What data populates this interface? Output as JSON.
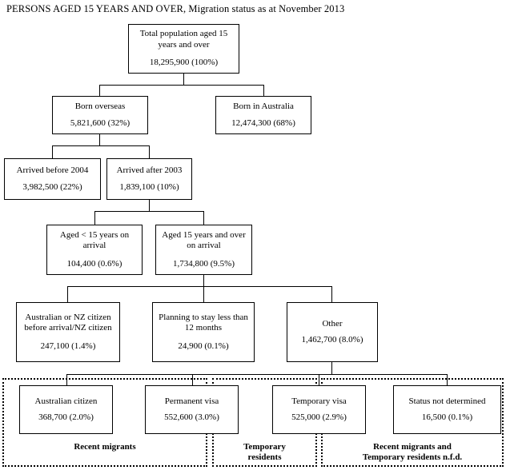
{
  "chart_title": "PERSONS AGED 15 YEARS AND OVER, Migration status as at November 2013",
  "nodes": {
    "total": {
      "label": "Total population aged 15\nyears and over",
      "value": "18,295,900 (100%)"
    },
    "born_overseas": {
      "label": "Born overseas",
      "value": "5,821,600 (32%)"
    },
    "born_australia": {
      "label": "Born in Australia",
      "value": "12,474,300 (68%)"
    },
    "arrived_before": {
      "label": "Arrived before 2004",
      "value": "3,982,500 (22%)"
    },
    "arrived_after": {
      "label": "Arrived after 2003",
      "value": "1,839,100 (10%)"
    },
    "aged_under15": {
      "label": "Aged < 15 years on\narrival",
      "value": "104,400 (0.6%)"
    },
    "aged_over15": {
      "label": "Aged 15 years and over\non arrival",
      "value": "1,734,800 (9.5%)"
    },
    "citizen_before": {
      "label": "Australian or NZ citizen\nbefore arrival/NZ citizen",
      "value": "247,100 (1.4%)"
    },
    "short_stay": {
      "label": "Planning to stay less than\n12 months",
      "value": "24,900 (0.1%)"
    },
    "other": {
      "label": "Other",
      "value": "1,462,700 (8.0%)"
    },
    "aus_citizen": {
      "label": "Australian citizen",
      "value": "368,700 (2.0%)"
    },
    "permanent_visa": {
      "label": "Permanent visa",
      "value": "552,600 (3.0%)"
    },
    "temporary_visa": {
      "label": "Temporary visa",
      "value": "525,000 (2.9%)"
    },
    "status_undetermined": {
      "label": "Status not determined",
      "value": "16,500 (0.1%)"
    }
  },
  "groups": {
    "recent_migrants": {
      "label": "Recent migrants"
    },
    "temporary_residents": {
      "label": "Temporary\nresidents"
    },
    "nfd": {
      "label": "Recent migrants and\nTemporary residents n.f.d."
    }
  },
  "chart_data": {
    "type": "diagram",
    "title": "PERSONS AGED 15 YEARS AND OVER, Migration status as at November 2013",
    "units": "persons",
    "levels": [
      {
        "level": 1,
        "items": [
          {
            "name": "Total population aged 15 years and over",
            "count": 18295900,
            "percent": 100
          }
        ]
      },
      {
        "level": 2,
        "items": [
          {
            "name": "Born overseas",
            "count": 5821600,
            "percent": 32
          },
          {
            "name": "Born in Australia",
            "count": 12474300,
            "percent": 68
          }
        ]
      },
      {
        "level": 3,
        "items": [
          {
            "name": "Arrived before 2004",
            "count": 3982500,
            "percent": 22
          },
          {
            "name": "Arrived after 2003",
            "count": 1839100,
            "percent": 10
          }
        ]
      },
      {
        "level": 4,
        "items": [
          {
            "name": "Aged < 15 years on arrival",
            "count": 104400,
            "percent": 0.6
          },
          {
            "name": "Aged 15 years and over on arrival",
            "count": 1734800,
            "percent": 9.5
          }
        ]
      },
      {
        "level": 5,
        "items": [
          {
            "name": "Australian or NZ citizen before arrival/NZ citizen",
            "count": 247100,
            "percent": 1.4
          },
          {
            "name": "Planning to stay less than 12 months",
            "count": 24900,
            "percent": 0.1
          },
          {
            "name": "Other",
            "count": 1462700,
            "percent": 8.0
          }
        ]
      },
      {
        "level": 6,
        "items": [
          {
            "name": "Australian citizen",
            "count": 368700,
            "percent": 2.0,
            "group": "Recent migrants"
          },
          {
            "name": "Permanent visa",
            "count": 552600,
            "percent": 3.0,
            "group": "Recent migrants"
          },
          {
            "name": "Temporary visa",
            "count": 525000,
            "percent": 2.9,
            "group": "Temporary residents"
          },
          {
            "name": "Status not determined",
            "count": 16500,
            "percent": 0.1,
            "group": "Recent migrants and Temporary residents n.f.d."
          }
        ]
      }
    ],
    "edges": [
      {
        "from": "Total population aged 15 years and over",
        "to": "Born overseas"
      },
      {
        "from": "Total population aged 15 years and over",
        "to": "Born in Australia"
      },
      {
        "from": "Born overseas",
        "to": "Arrived before 2004"
      },
      {
        "from": "Born overseas",
        "to": "Arrived after 2003"
      },
      {
        "from": "Arrived after 2003",
        "to": "Aged < 15 years on arrival"
      },
      {
        "from": "Arrived after 2003",
        "to": "Aged 15 years and over on arrival"
      },
      {
        "from": "Aged 15 years and over on arrival",
        "to": "Australian or NZ citizen before arrival/NZ citizen"
      },
      {
        "from": "Aged 15 years and over on arrival",
        "to": "Planning to stay less than 12 months"
      },
      {
        "from": "Aged 15 years and over on arrival",
        "to": "Other"
      },
      {
        "from": "Other",
        "to": "Australian citizen"
      },
      {
        "from": "Other",
        "to": "Permanent visa"
      },
      {
        "from": "Other",
        "to": "Temporary visa"
      },
      {
        "from": "Other",
        "to": "Status not determined"
      }
    ]
  }
}
